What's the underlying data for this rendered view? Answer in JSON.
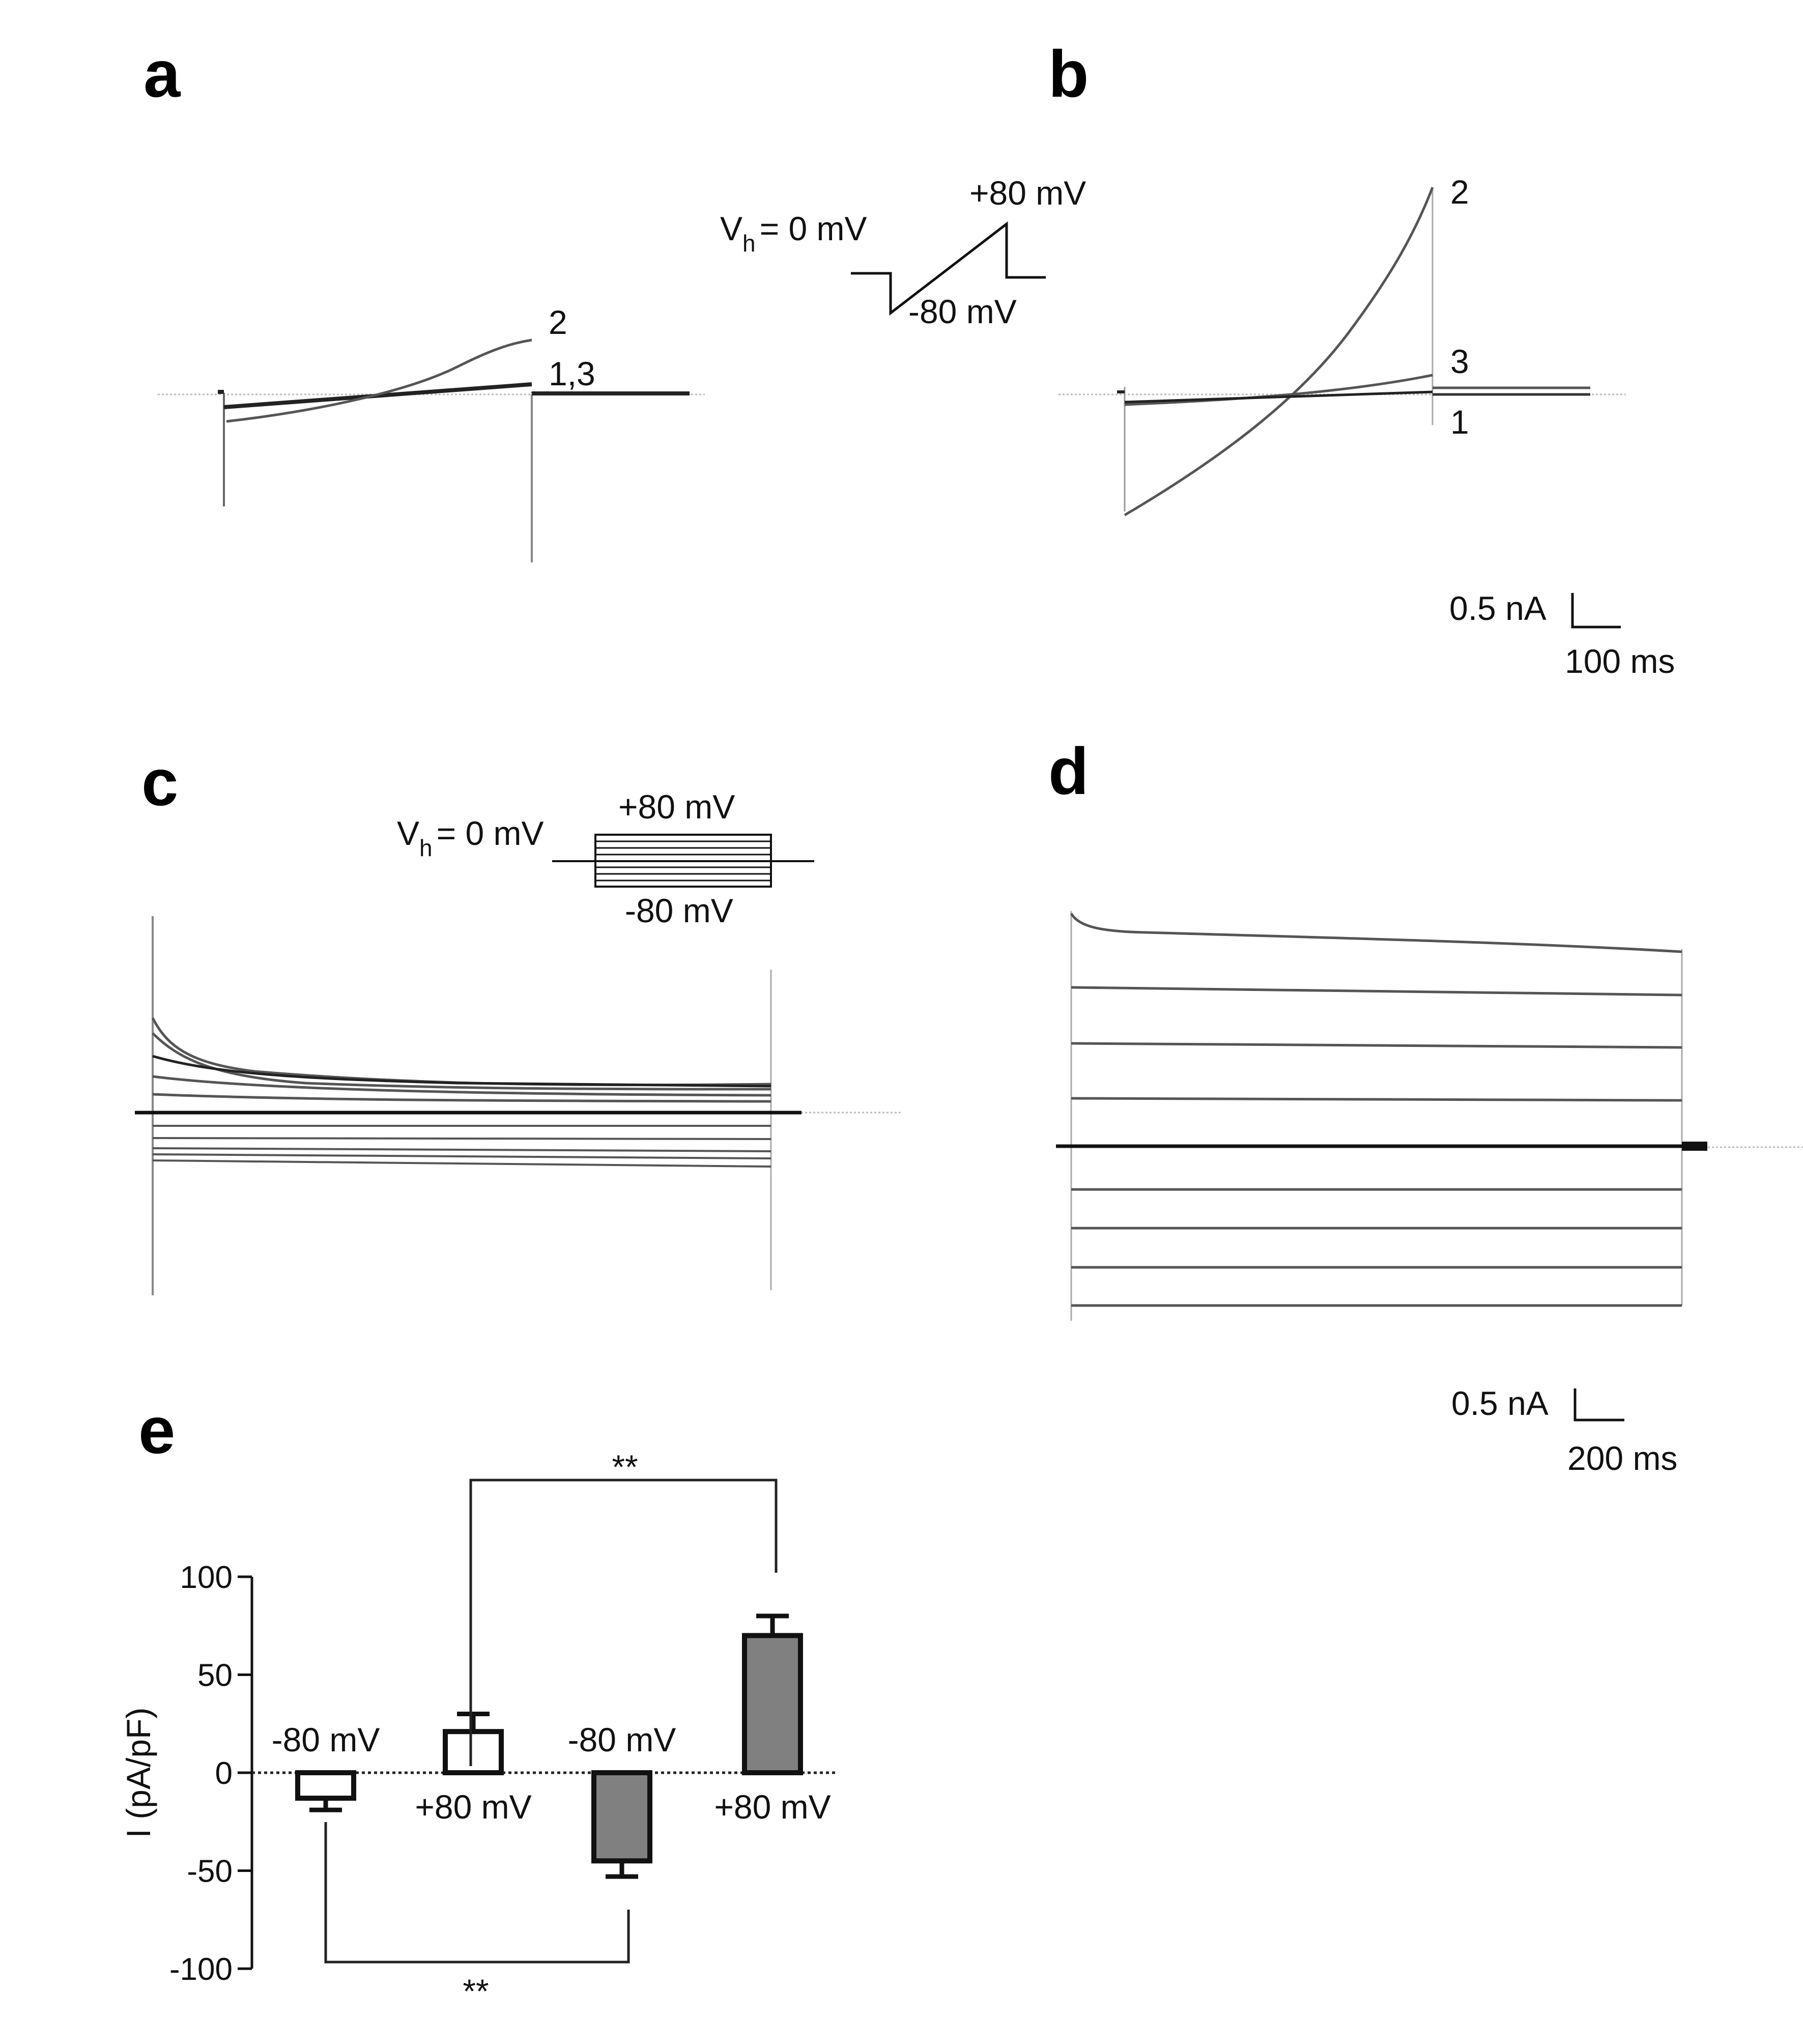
{
  "figure": {
    "panels": {
      "a": {
        "letter": "a",
        "trace_labels": {
          "t2": "2",
          "t13": "1,3"
        }
      },
      "b": {
        "letter": "b",
        "trace_labels": {
          "t2": "2",
          "t3": "3",
          "t1": "1"
        },
        "scale_bar": {
          "current": "0.5 nA",
          "time": "100 ms"
        }
      },
      "ramp_protocol": {
        "vh_main": "V",
        "vh_sub": "h",
        "vh_value": "= 0 mV",
        "top_label": "+80 mV",
        "bottom_label": "-80 mV"
      },
      "c": {
        "letter": "c",
        "protocol": {
          "vh_main": "V",
          "vh_sub": "h",
          "vh_value": "=  0 mV",
          "top_label": "+80 mV",
          "bottom_label": "-80 mV"
        }
      },
      "d": {
        "letter": "d",
        "scale_bar": {
          "current": "0.5 nA",
          "time": "200 ms"
        }
      },
      "e": {
        "letter": "e",
        "significance_top": "**",
        "significance_bottom": "**"
      }
    }
  },
  "chart_data": [
    {
      "type": "bar",
      "panel": "e",
      "title": "",
      "xlabel": "",
      "ylabel": "I (pA/pF)",
      "ylim": [
        -100,
        100
      ],
      "yticks": [
        "100",
        "50",
        "0",
        "-50",
        "-100"
      ],
      "categories": [
        "-80 mV",
        "+80 mV",
        "-80 mV",
        "+80 mV"
      ],
      "values": [
        -13,
        21,
        -45,
        70
      ],
      "errors": [
        6,
        9,
        8,
        10
      ],
      "bar_colors": [
        "#ffffff",
        "#ffffff",
        "#808080",
        "#808080"
      ],
      "grid": false,
      "legend": "none"
    }
  ]
}
